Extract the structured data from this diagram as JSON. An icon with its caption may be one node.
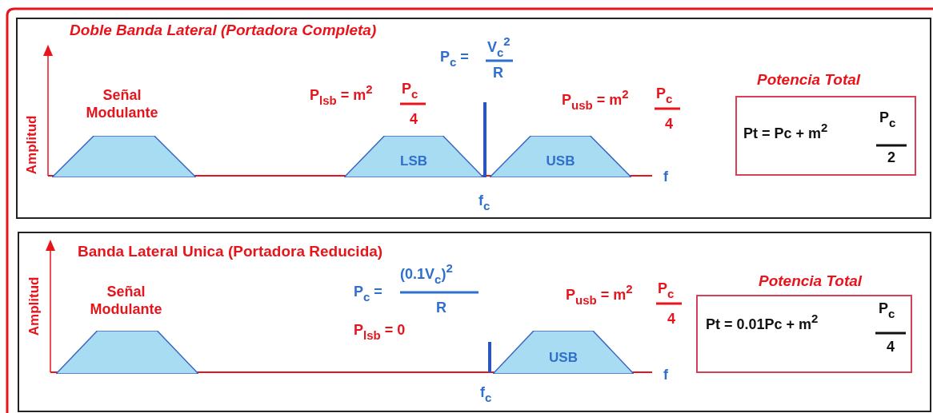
{
  "diagram": {
    "nodes": [
      {
        "text": [
          "Doble Banda Lateral (Portadora Completa)"
        ]
      },
      {
        "text": [],
        "shape": "trapezoid",
        "beside": [
          "Señal Modulante"
        ],
        "in": 0
      },
      {
        "text": [
          "LSB"
        ],
        "in": 0
      },
      {
        "text": [
          "USB"
        ],
        "in": 0
      },
      {
        "text": [
          "Potencia Total",
          "Pt = Pc + m$^{2}$",
          "P$_{c}$",
          "2"
        ],
        "in": 0
      },
      {
        "text": [
          "Banda Lateral Unica (Portadora Reducida)"
        ]
      },
      {
        "text": [],
        "shape": "trapezoid",
        "beside": [
          "Señal Modulante"
        ],
        "in": 5
      },
      {
        "text": [
          "USB"
        ],
        "in": 5
      },
      {
        "text": [
          "Potencia Total",
          "Pt = 0.01Pc + m$^{2}$",
          "P$_{c}$",
          "4"
        ],
        "in": 5
      }
    ],
    "edges": [],
    "labels": [
      "Amplitud",
      "P$_{c}$ =",
      "V$_{c}$$^{2}$",
      "R",
      "P$_{lsb}$ = m$^{2}$",
      "P$_{c}$",
      "4",
      "P$_{usb}$ = m$^{2}$",
      "P$_{c}$",
      "4",
      "f",
      "f$_{c}$",
      "Amplitud",
      "P$_{c}$ =",
      "(0.1V$_{c}$)$^{2}$",
      "R",
      "P$_{lsb}$ = 0",
      "P$_{usb}$ = m$^{2}$",
      "P$_{c}$",
      "4",
      "f",
      "f$_{c}$"
    ]
  }
}
